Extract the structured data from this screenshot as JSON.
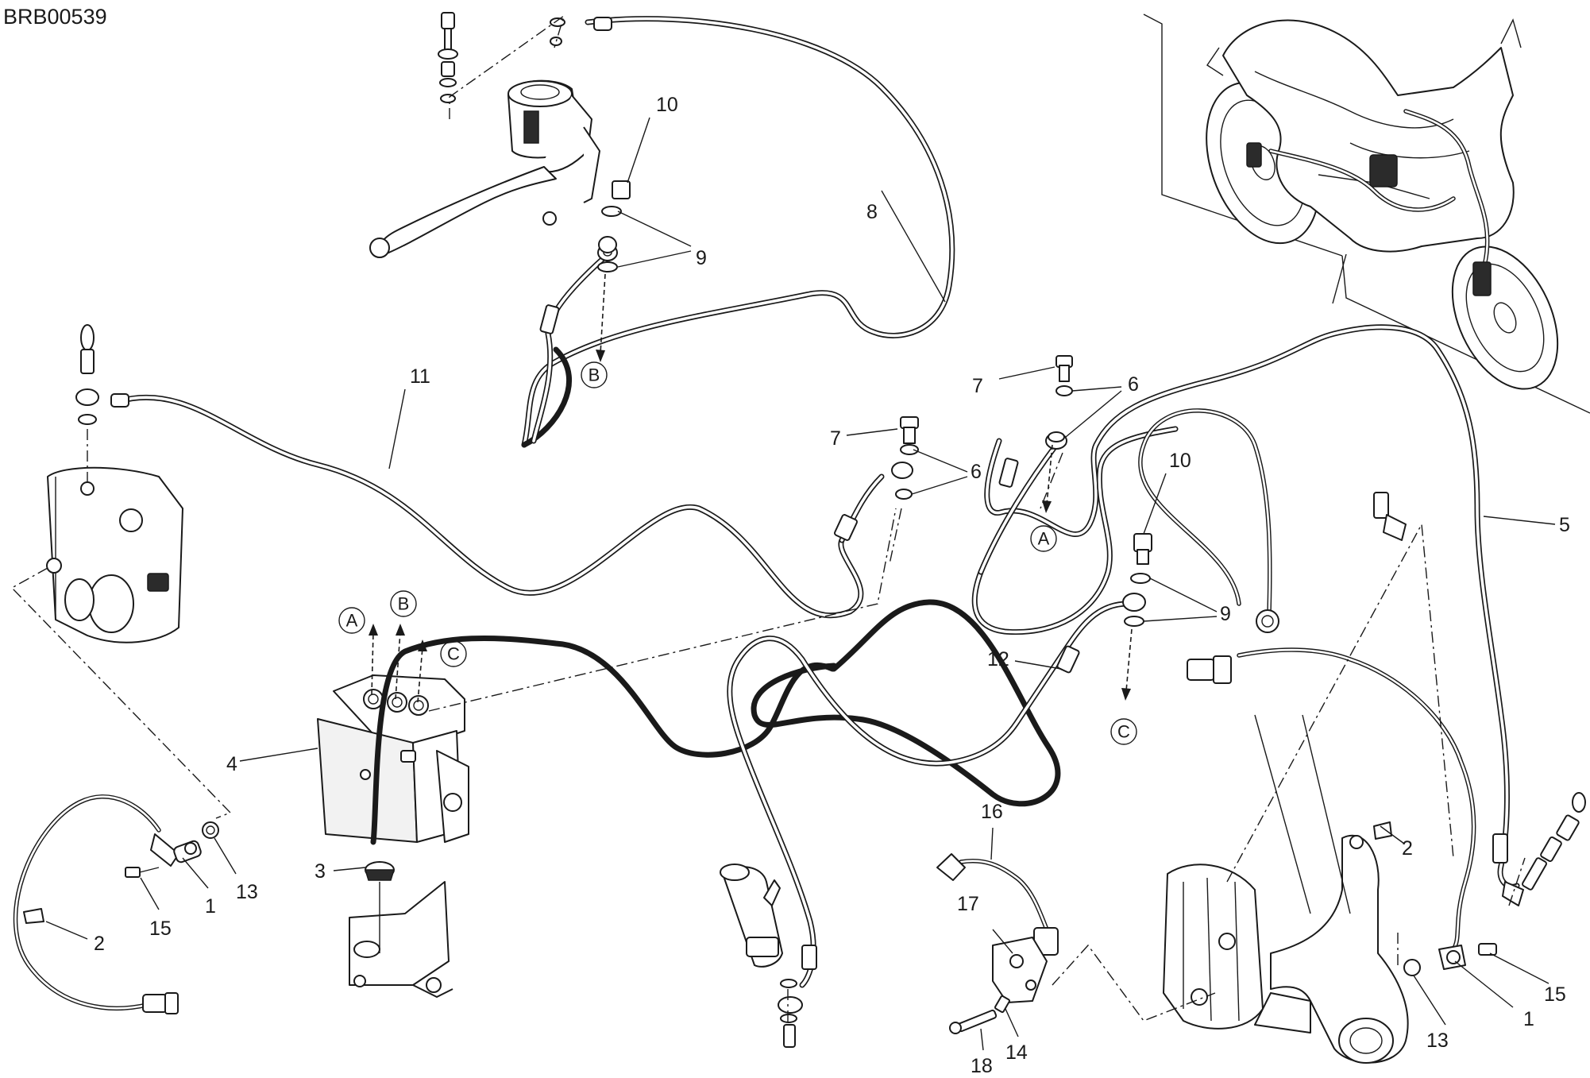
{
  "drawing_code": "BRB00539",
  "callouts": {
    "c1a": "1",
    "c1b": "1",
    "c2a": "2",
    "c2b": "2",
    "c3": "3",
    "c4": "4",
    "c5": "5",
    "c6a": "6",
    "c6b": "6",
    "c7a": "7",
    "c7b": "7",
    "c8": "8",
    "c9a": "9",
    "c9b": "9",
    "c10a": "10",
    "c10b": "10",
    "c11": "11",
    "c12": "12",
    "c13a": "13",
    "c13b": "13",
    "c14": "14",
    "c15a": "15",
    "c15b": "15",
    "c16": "16",
    "c17": "17",
    "c18": "18"
  },
  "refs": {
    "a_abs": "A",
    "b_abs": "B",
    "c_abs": "C",
    "a_line": "A",
    "b_line": "B",
    "c_line": "C"
  },
  "colors": {
    "ink": "#1a1a1a",
    "paper": "#ffffff"
  }
}
